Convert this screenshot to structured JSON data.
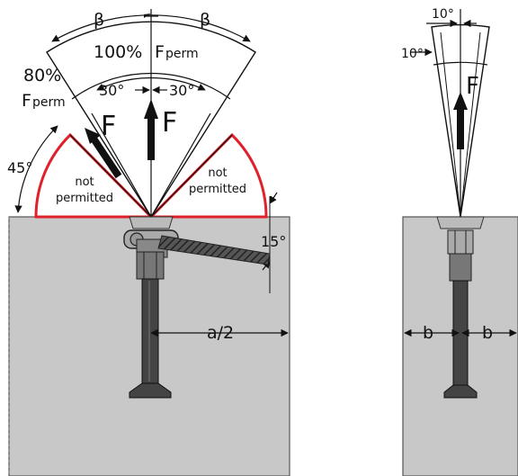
{
  "labels": {
    "beta_left": "β",
    "beta_right": "β",
    "pct_100": "100%",
    "pct_80": "80%",
    "f_perm_main": "F",
    "f_perm_main_sub": "perm",
    "f_perm_80": "F",
    "f_perm_80_sub": "perm",
    "angle_30_left": "30°",
    "angle_30_right": "30°",
    "force_center": "F",
    "force_left": "F",
    "force_right_view": "F",
    "angle_45": "45°",
    "angle_15": "15°",
    "not_permitted_left_1": "not",
    "not_permitted_left_2": "permitted",
    "not_permitted_right_1": "not",
    "not_permitted_right_2": "permitted",
    "angle_10_top": "10°",
    "angle_10_left": "10°",
    "dim_a_half": "a/2",
    "dim_b_left": "b",
    "dim_b_right": "b"
  },
  "colors": {
    "concrete": "#c8c8c8",
    "forbidden_zone": "#e0202a",
    "line": "#111111"
  }
}
